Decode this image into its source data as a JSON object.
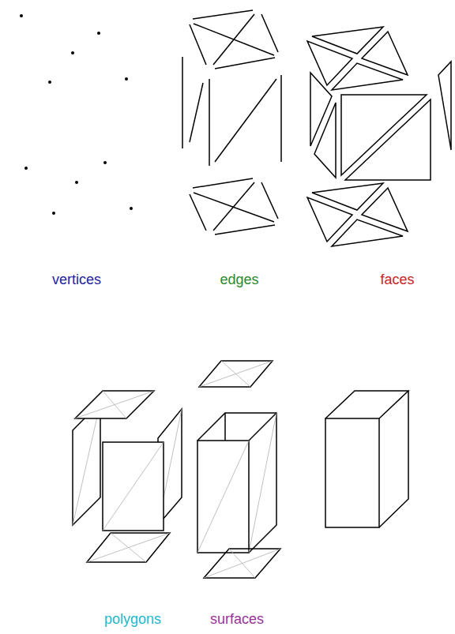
{
  "diagram": {
    "labels": [
      "vertices",
      "edges",
      "faces",
      "polygons",
      "surfaces"
    ]
  }
}
